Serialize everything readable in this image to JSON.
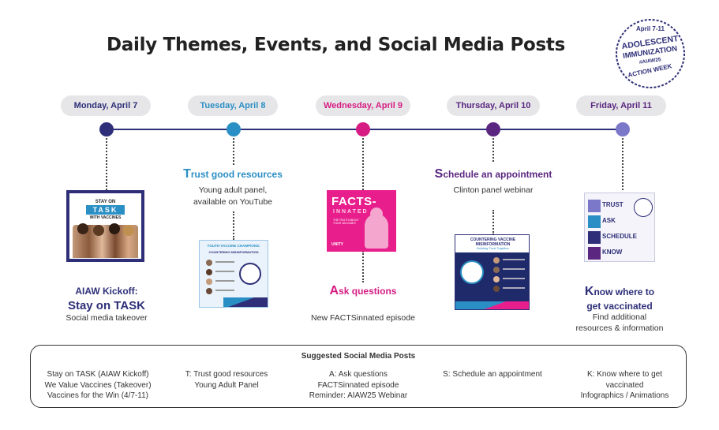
{
  "title": "Daily Themes, Events, and Social Media Posts",
  "badge": {
    "dates": "April 7-11",
    "line1": "ADOLESCENT",
    "line2": "IMMUNIZATION",
    "hashtag": "#AIAW25",
    "line3": "ACTION WEEK"
  },
  "colors": {
    "c1": "#2e2f78",
    "c2": "#2a8fc4",
    "c3": "#d61c83",
    "c4": "#5a2680",
    "c5": "#7b78c9"
  },
  "days": [
    {
      "label": "Monday, April 7"
    },
    {
      "label": "Tuesday, April 8"
    },
    {
      "label": "Wednesday, April 9"
    },
    {
      "label": "Thursday, April 10"
    },
    {
      "label": "Friday, April 11"
    }
  ],
  "tuesday": {
    "head_first": "T",
    "head_rest": "rust good resources",
    "sub1": "Young adult panel,",
    "sub2": "available on YouTube",
    "thumb_title": "YOUTH VACCINE CHAMPIONS:",
    "thumb_sub": "COUNTERING MISINFORMATION"
  },
  "thursday": {
    "head_first": "S",
    "head_rest": "chedule an appointment",
    "sub1": "Clinton panel webinar",
    "thumb_title": "COUNTERING VACCINE MISINFORMATION",
    "thumb_sub": "Building Trust Together"
  },
  "monday": {
    "head1": "AIAW Kickoff:",
    "head2": "Stay on TASK",
    "sub1": "Social media takeover",
    "thumb_l1": "STAY ON",
    "thumb_l2": "TASK",
    "thumb_l3": "WITH VACCINES"
  },
  "wednesday": {
    "head_first": "A",
    "head_rest": "sk questions",
    "sub1": "New FACTSinnated episode",
    "thumb_l1": "FACTS-",
    "thumb_l2": "INNATED",
    "thumb_l3": "THE TRUTH ABOUT YOUR VACCINES",
    "thumb_logo": "UNITY"
  },
  "friday": {
    "head_first": "K",
    "head_rest": "now where to",
    "head2": "get vaccinated",
    "sub1": "Find additional",
    "sub2": "resources & information",
    "thumb_rows": [
      "TRUST",
      "ASK",
      "SCHEDULE",
      "KNOW"
    ]
  },
  "suggest": {
    "title": "Suggested Social Media Posts",
    "col1": [
      "Stay on TASK (AIAW Kickoff)",
      "We Value Vaccines (Takeover)",
      "Vaccines for the Win (4/7-11)"
    ],
    "col2": [
      "T: Trust good resources",
      "Young Adult Panel"
    ],
    "col3": [
      "A: Ask questions",
      "FACTSinnated episode",
      "Reminder: AIAW25 Webinar"
    ],
    "col4": [
      "S: Schedule an appointment"
    ],
    "col5": [
      "K: Know where to get",
      "vaccinated",
      "Infographics / Animations"
    ]
  }
}
